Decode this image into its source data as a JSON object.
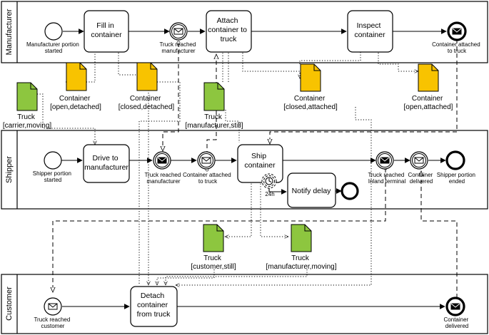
{
  "pools": {
    "manufacturer": "Manufacturer",
    "shipper": "Shipper",
    "customer": "Customer"
  },
  "manufacturer": {
    "start_label": [
      "Manufacturer portion",
      "started"
    ],
    "task_fill": [
      "Fill in",
      "container"
    ],
    "evt_truck_label": [
      "Truck reached",
      "manufacturer"
    ],
    "task_attach": [
      "Attach",
      "container to",
      "truck"
    ],
    "task_inspect": [
      "Inspect",
      "container"
    ],
    "end_label": [
      "Container attached",
      "to truck"
    ]
  },
  "shipper": {
    "start_label": [
      "Shipper portion",
      "started"
    ],
    "task_drive": [
      "Drive to",
      "manufacturer"
    ],
    "evt_reached_label": [
      "Truck reached",
      "manufacturer"
    ],
    "evt_attached_label": [
      "Container attached",
      "to truck"
    ],
    "task_ship": [
      "Ship",
      "container"
    ],
    "timer_label": "24h",
    "task_notify": "Notify delay",
    "evt_inland_label": [
      "Truck reached",
      "Inland terminal"
    ],
    "evt_delivered_label": [
      "Container",
      "delivered"
    ],
    "end_label": [
      "Shipper portion",
      "ended"
    ]
  },
  "customer": {
    "start_label": [
      "Truck reached",
      "customer"
    ],
    "task_detach": [
      "Detach",
      "container",
      "from truck"
    ],
    "end_label": [
      "Container",
      "delivered"
    ]
  },
  "documents": {
    "c_open_detached": [
      "Container",
      "[open,detached]"
    ],
    "c_closed_detached": [
      "Container",
      "[closed,detached]"
    ],
    "c_closed_attached": [
      "Container",
      "[closed,attached]"
    ],
    "c_open_attached": [
      "Container",
      "[open,attached]"
    ],
    "t_carrier_moving": [
      "Truck",
      "[carrier,moving]"
    ],
    "t_manufacturer_still": [
      "Truck",
      "[manufacturer,still]"
    ],
    "t_customer_still": [
      "Truck",
      "[customer,still]"
    ],
    "t_manufacturer_moving": [
      "Truck",
      "[manufacturer,moving]"
    ]
  },
  "colors": {
    "container_doc": "#F8C300",
    "truck_doc": "#8DC63F",
    "stroke": "#000000"
  }
}
